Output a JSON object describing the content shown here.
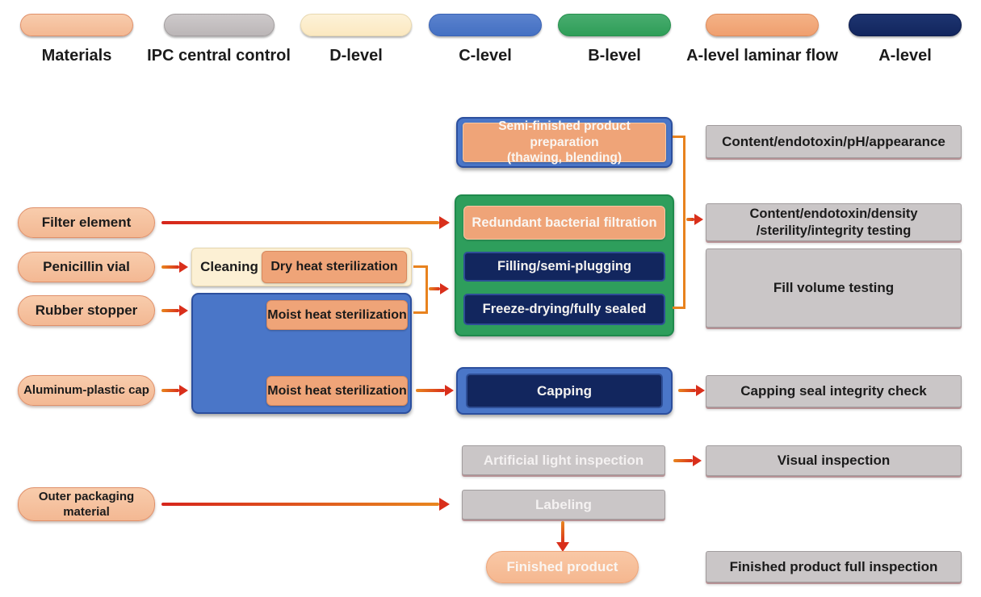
{
  "colors": {
    "materials_peach": "#F6C3A0",
    "laminar_orange": "#EFA478",
    "ipc_gray": "#CAC6C7",
    "d_level_cream": "#FCF0D4",
    "c_level_blue": "#4A76C8",
    "b_level_green": "#2E9E5C",
    "a_level_navy": "#12265E",
    "arrow_orange": "#E8861F",
    "arrow_red": "#D6251C"
  },
  "legend": {
    "items": [
      {
        "label": "Materials"
      },
      {
        "label": "IPC central control"
      },
      {
        "label": "D-level"
      },
      {
        "label": "C-level"
      },
      {
        "label": "B-level"
      },
      {
        "label": "A-level laminar flow"
      },
      {
        "label": "A-level"
      }
    ]
  },
  "materials": {
    "filter_element": "Filter element",
    "penicillin_vial": "Penicillin vial",
    "rubber_stopper": "Rubber stopper",
    "aluminum_cap": "Aluminum-plastic cap",
    "outer_packaging_line1": "Outer packaging",
    "outer_packaging_line2": "material"
  },
  "prep": {
    "cleaning": "Cleaning",
    "dry_heat": "Dry heat sterilization",
    "moist_heat_top": "Moist heat sterilization",
    "moist_heat_bottom": "Moist heat sterilization"
  },
  "process": {
    "semi_finished_line1": "Semi-finished product preparation",
    "semi_finished_line2": "(thawing, blending)",
    "redundant_filtration": "Redundant bacterial filtration",
    "filling": "Filling/semi-plugging",
    "freeze_drying": "Freeze-drying/fully sealed",
    "capping": "Capping",
    "light_inspection": "Artificial light inspection",
    "labeling": "Labeling",
    "finished_product": "Finished product"
  },
  "ipc_checks": {
    "check1": "Content/endotoxin/pH/appearance",
    "check2_line1": "Content/endotoxin/density",
    "check2_line2": "/sterility/integrity testing",
    "check3": "Fill volume testing",
    "check4": "Capping seal integrity check",
    "check5": "Visual inspection",
    "check6": "Finished product full inspection"
  }
}
